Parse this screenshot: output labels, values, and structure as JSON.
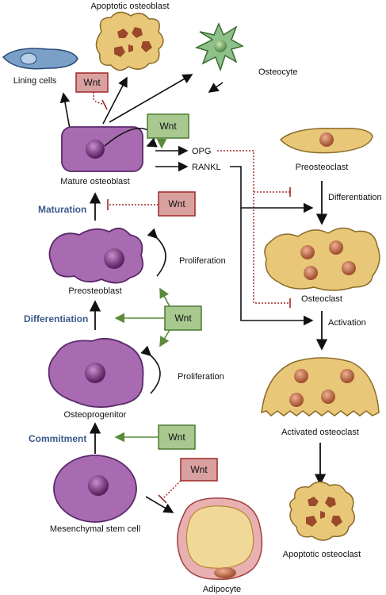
{
  "labels": {
    "apoptotic_osteoblast": "Apoptotic osteoblast",
    "lining_cells": "Lining cells",
    "osteocyte": "Osteocyte",
    "mature_osteoblast": "Mature osteoblast",
    "opg": "OPG",
    "rankl": "RANKL",
    "preosteoclast": "Preosteoclast",
    "differentiation_oc": "Differentiation",
    "maturation": "Maturation",
    "proliferation_1": "Proliferation",
    "preosteoblast": "Preosteoblast",
    "osteoclast": "Osteoclast",
    "differentiation_ob": "Differentiation",
    "activation": "Activation",
    "proliferation_2": "Proliferation",
    "osteoprogenitor": "Osteoprogenitor",
    "activated_osteoclast": "Activated osteoclast",
    "commitment": "Commitment",
    "mesenchymal_stem_cell": "Mesenchymal stem cell",
    "apoptotic_osteoclast": "Apoptotic osteoclast",
    "adipocyte": "Adipocyte"
  },
  "wnt": {
    "top_inhibitor": "Wnt",
    "mature_activator": "Wnt",
    "maturation_inhibitor": "Wnt",
    "differentiation_activator": "Wnt",
    "commitment_activator": "Wnt",
    "adipocyte_inhibitor": "Wnt"
  },
  "colors": {
    "osteoblast_fill": "#a86ab0",
    "osteoblast_stroke": "#5a2a6a",
    "osteoclast_fill": "#e8c878",
    "osteoclast_stroke": "#8a6a2a",
    "lining_fill": "#7aa0c8",
    "osteocyte_fill": "#8ec08a",
    "wnt_inhibit_fill": "#d9a0a0",
    "wnt_inhibit_stroke": "#a02828",
    "wnt_activate_fill": "#a8c890",
    "wnt_activate_stroke": "#4a7a30",
    "stage_text": "#3a5a8c"
  }
}
